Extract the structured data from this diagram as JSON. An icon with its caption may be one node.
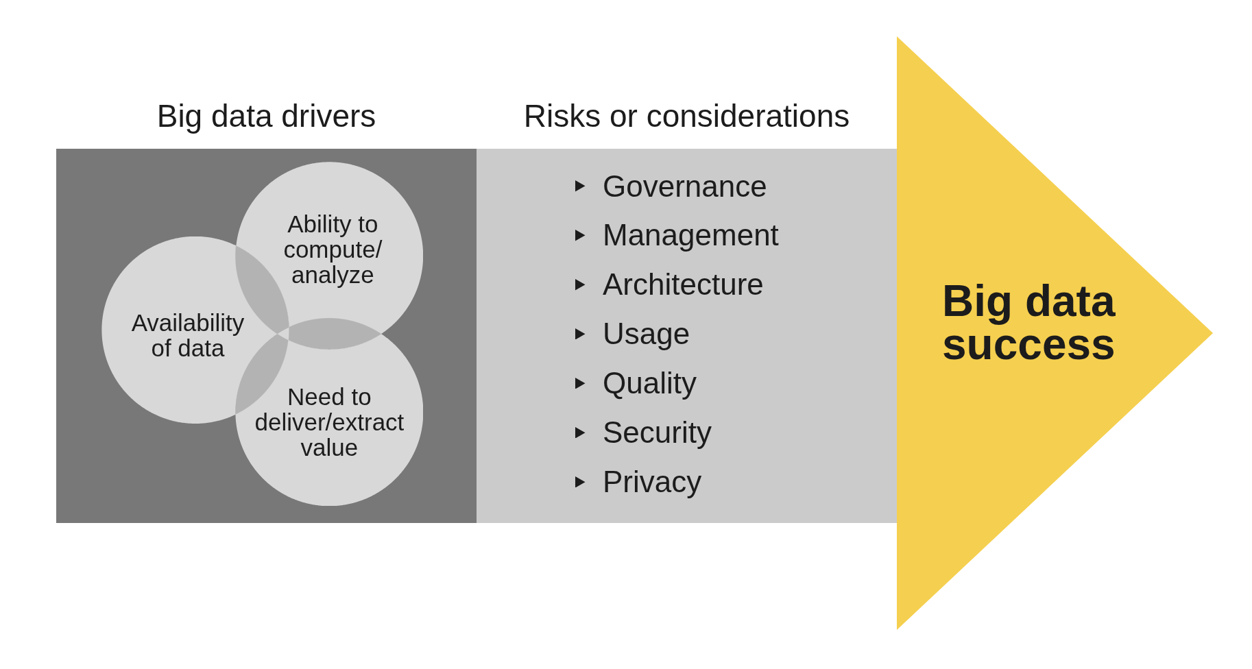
{
  "diagram": {
    "nodes": [
      {
        "text": [
          "Big data drivers"
        ]
      },
      {
        "text": [
          "Availability of data"
        ],
        "in": 0
      },
      {
        "text": [
          "Ability to compute/ analyze"
        ],
        "in": 0
      },
      {
        "text": [
          "Need to deliver/extract value"
        ],
        "in": 0
      },
      {
        "text": [
          "Risks or considerations",
          "Governance",
          "Management",
          "Architecture",
          "Usage",
          "Quality",
          "Security",
          "Privacy"
        ]
      },
      {
        "text": [
          "Big data success"
        ]
      }
    ]
  }
}
